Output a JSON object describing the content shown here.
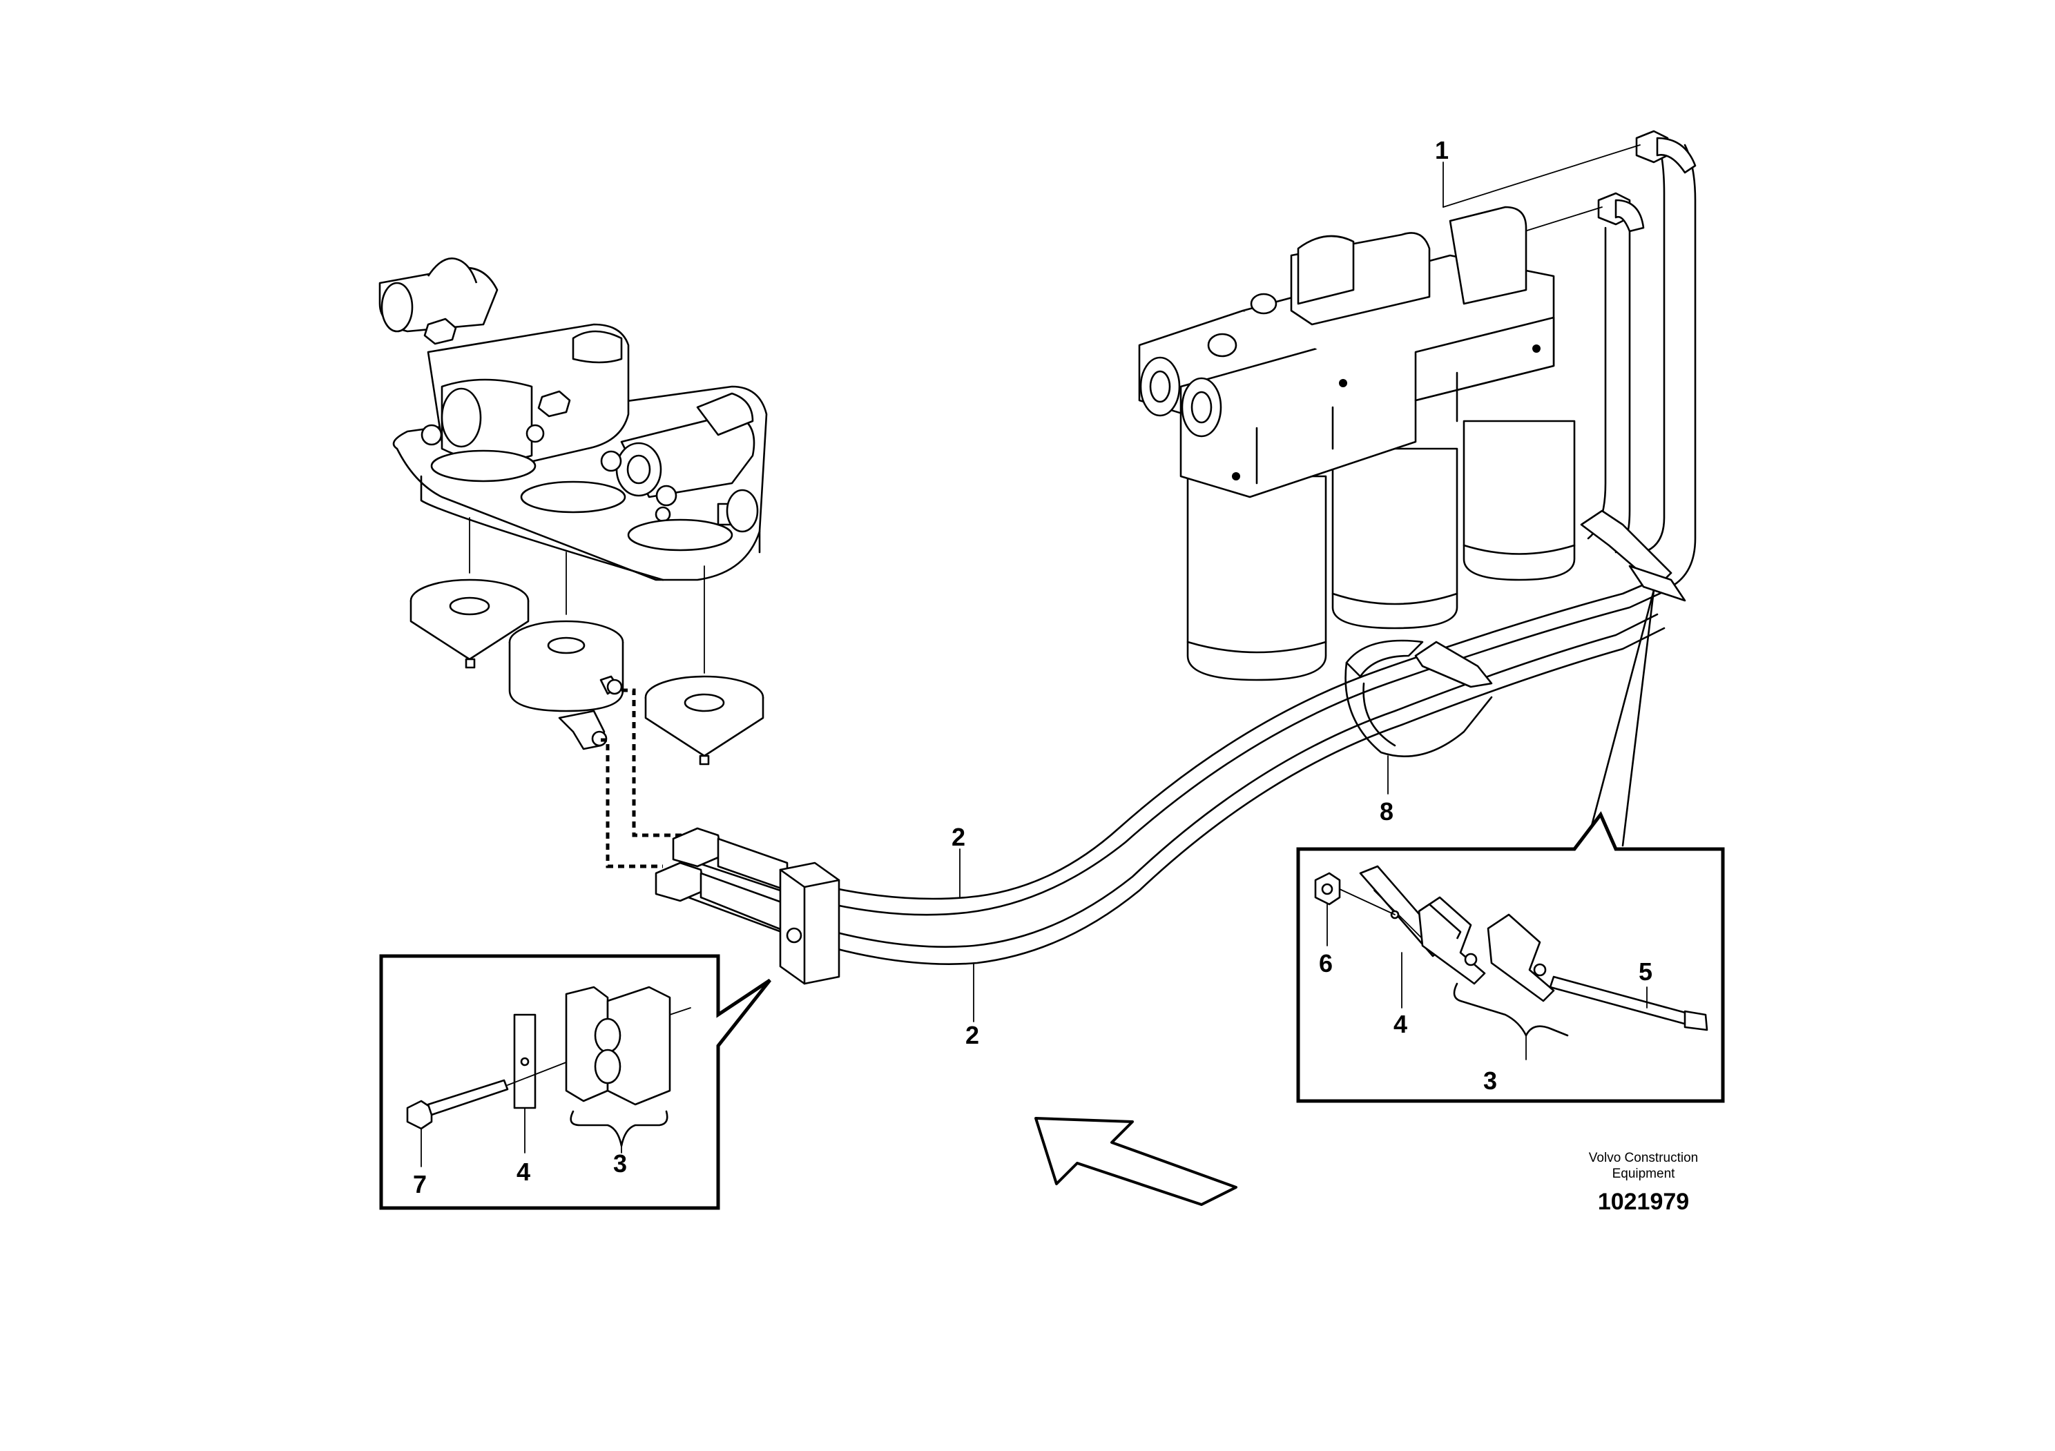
{
  "callouts": {
    "c1": "1",
    "c2a": "2",
    "c2b": "2",
    "c3_right": "3",
    "c4_right": "4",
    "c5": "5",
    "c6": "6",
    "c8": "8",
    "c3_left": "3",
    "c4_left": "4",
    "c7": "7"
  },
  "footer": {
    "maker_line1": "Volvo Construction",
    "maker_line2": "Equipment",
    "drawing_number": "1021979"
  }
}
